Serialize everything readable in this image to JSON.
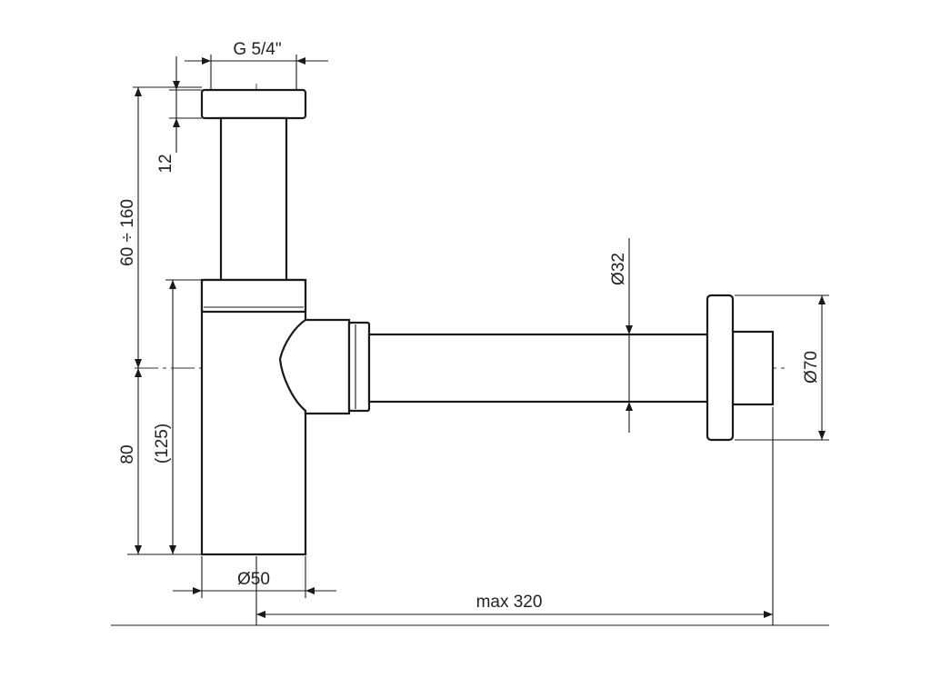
{
  "dimensions": {
    "thread": "G 5/4\"",
    "height_adjust": "60 ÷ 160",
    "top_nut": "12",
    "body_height": "(125)",
    "outlet_height": "80",
    "body_diameter": "Ø50",
    "pipe_diameter": "Ø32",
    "rosette_diameter": "Ø70",
    "max_length": "max 320"
  },
  "colors": {
    "line": "#1a1a1a",
    "background": "#ffffff"
  }
}
